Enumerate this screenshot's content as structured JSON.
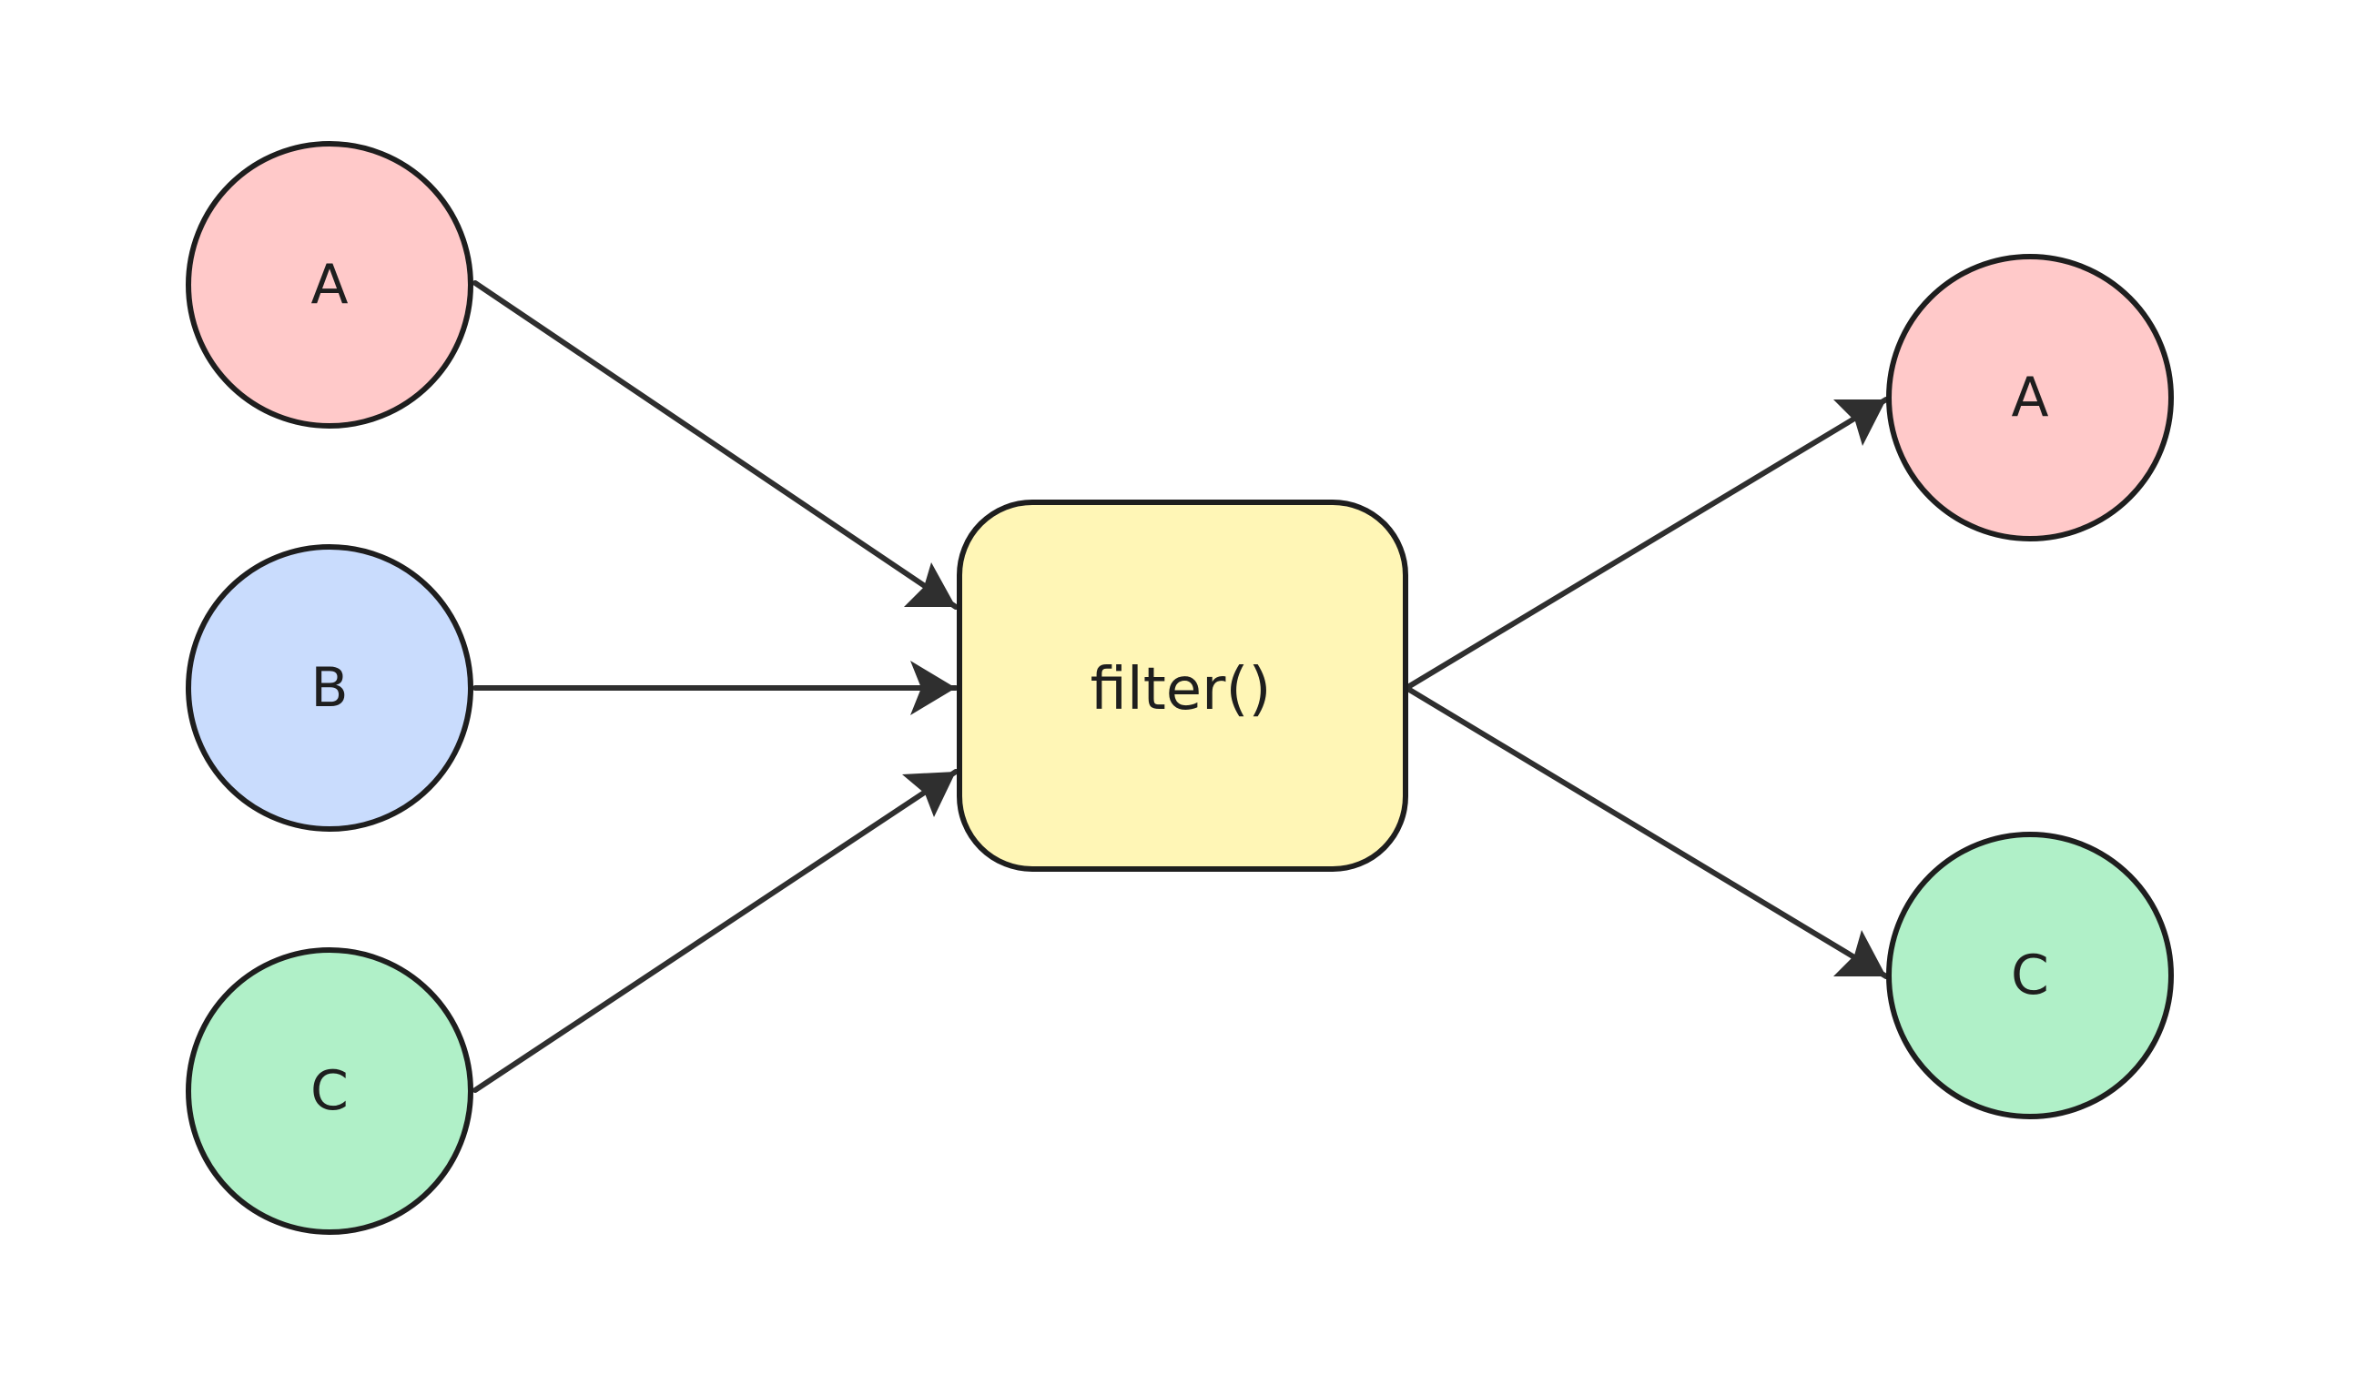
{
  "diagram": {
    "colors": {
      "stroke": "#1e1e1e",
      "arrow": "#2f2f2f",
      "red_fill": "#ffc9c9",
      "blue_fill": "#c9dcfd",
      "green_fill": "#b0f0c8",
      "yellow_fill": "#fff6b6",
      "background": "#ffffff"
    },
    "inputs": [
      {
        "label": "A",
        "color": "red"
      },
      {
        "label": "B",
        "color": "blue"
      },
      {
        "label": "C",
        "color": "green"
      }
    ],
    "process": {
      "label": "filter()",
      "color": "yellow"
    },
    "outputs": [
      {
        "label": "A",
        "color": "red"
      },
      {
        "label": "C",
        "color": "green"
      }
    ]
  }
}
